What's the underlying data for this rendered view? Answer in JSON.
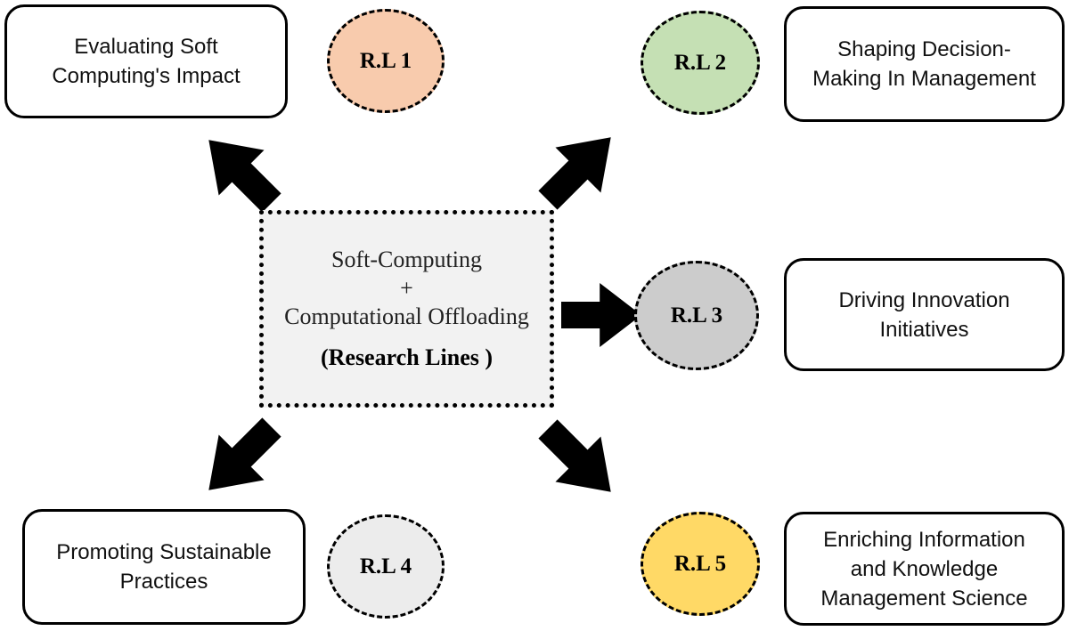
{
  "center": {
    "line1": "Soft-Computing",
    "plus": "+",
    "line2": "Computational Offloading",
    "subtitle": "(Research Lines )"
  },
  "research_lines": [
    {
      "id": "rl1",
      "label": "R.L 1",
      "color": "#f8cbad",
      "box_text": [
        "Evaluating Soft",
        "Computing's Impact"
      ]
    },
    {
      "id": "rl2",
      "label": "R.L 2",
      "color": "#c5e0b4",
      "box_text": [
        "Shaping Decision-",
        "Making In Management"
      ]
    },
    {
      "id": "rl3",
      "label": "R.L 3",
      "color": "#cccccc",
      "box_text": [
        "Driving Innovation",
        "Initiatives"
      ]
    },
    {
      "id": "rl4",
      "label": "R.L 4",
      "color": "#ececec",
      "box_text": [
        "Promoting Sustainable",
        "Practices"
      ]
    },
    {
      "id": "rl5",
      "label": "R.L 5",
      "color": "#ffd966",
      "box_text": [
        "Enriching Information",
        "and Knowledge",
        "Management Science"
      ]
    }
  ]
}
